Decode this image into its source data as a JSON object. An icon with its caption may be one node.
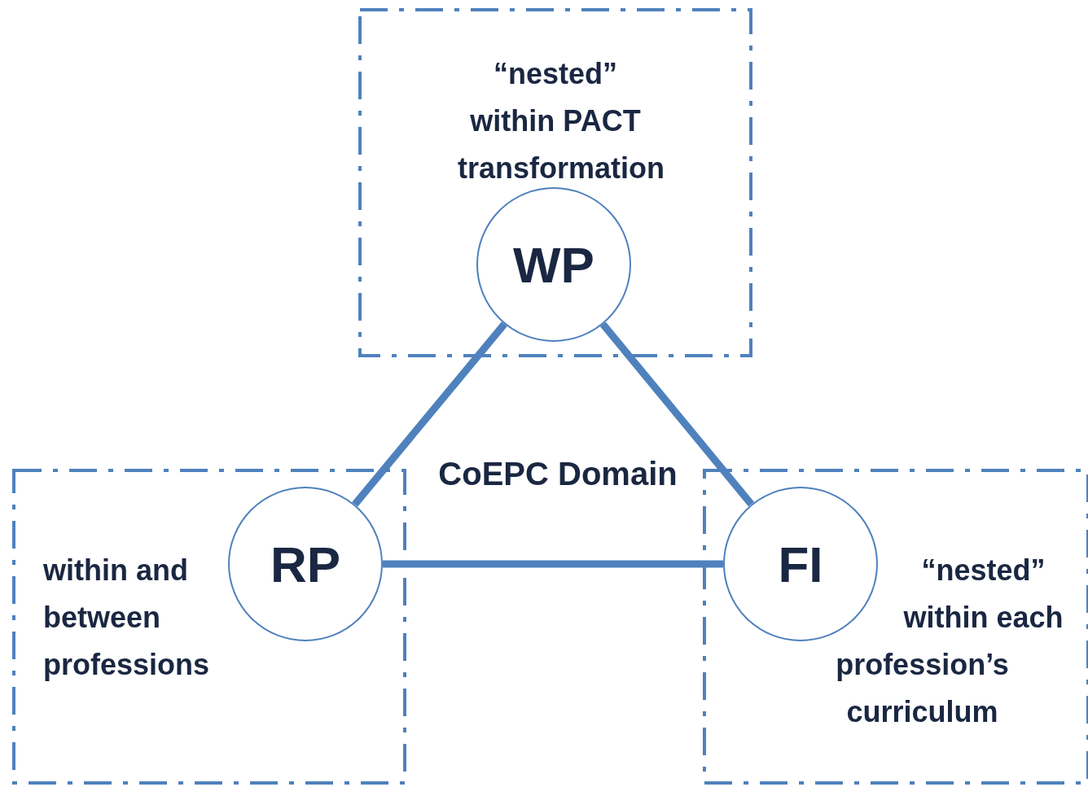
{
  "diagram": {
    "nodes": [
      {
        "text": [
          "“nested” within PACT transformation"
        ]
      },
      {
        "text": [
          "WP"
        ],
        "in": 0
      },
      {
        "text": [
          "within and between professions"
        ]
      },
      {
        "text": [
          "RP"
        ],
        "in": 2
      },
      {
        "text": [
          "“nested” within each profession’s curriculum"
        ]
      },
      {
        "text": [
          "FI"
        ],
        "in": 4
      }
    ],
    "edges": [
      {
        "from": 1,
        "to": 3,
        "arrow": "none"
      },
      {
        "from": 1,
        "to": 5,
        "arrow": "none"
      },
      {
        "from": 3,
        "to": 5,
        "arrow": "none"
      }
    ],
    "labels": [
      "CoEPC Domain"
    ]
  }
}
